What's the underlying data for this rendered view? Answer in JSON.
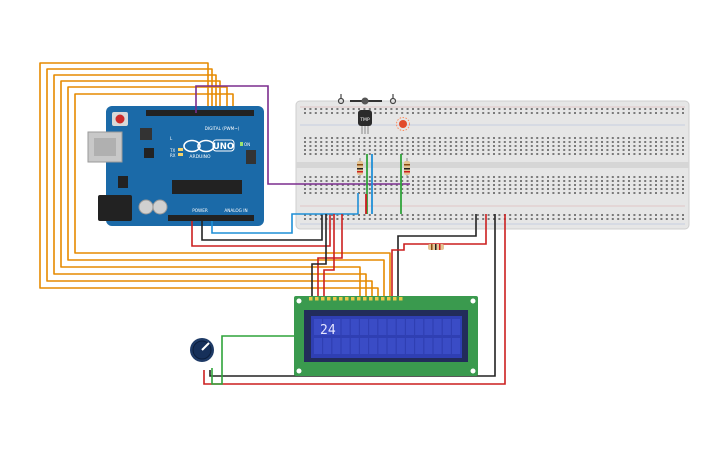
{
  "board": {
    "brand": "UNO",
    "maker": "ARDUINO",
    "digital_label": "DIGITAL (PWM~)",
    "power_label": "POWER",
    "analog_label": "ANALOG IN",
    "tx_label": "TX",
    "rx_label": "RX",
    "on_label": "ON",
    "l_label": "L"
  },
  "sensor": {
    "label": "TMP"
  },
  "lcd": {
    "reading": "24"
  },
  "colors": {
    "orange": "#e68a00",
    "purple": "#7b2d8e",
    "red": "#cc1f1f",
    "black": "#222222",
    "blue": "#1f8fd6",
    "green": "#2fa43a",
    "board": "#1b6aa8",
    "lcd_pcb": "#3a9a4e",
    "lcd_screen": "#2f3fb3"
  }
}
